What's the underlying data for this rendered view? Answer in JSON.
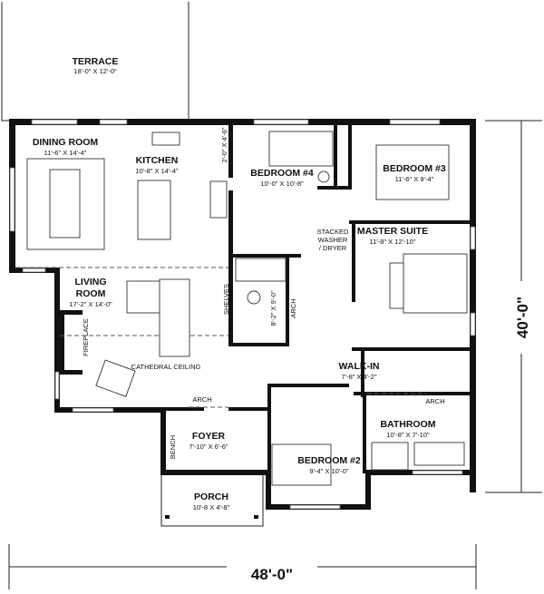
{
  "plan": {
    "overall_width": "48'-0\"",
    "overall_depth": "40'-0\"",
    "rooms": {
      "terrace": {
        "name": "TERRACE",
        "size": "18'-0\" X 12'-0\""
      },
      "dining": {
        "name": "DINING ROOM",
        "size": "11'-6\" X 14'-4\""
      },
      "kitchen": {
        "name": "KITCHEN",
        "size": "10'-8\" X 14'-4\""
      },
      "pantry": {
        "size": "2'-0\" X 4'-6\""
      },
      "bedroom4": {
        "name": "BEDROOM #4",
        "size": "10'-0\" X 10'-8\""
      },
      "bedroom3": {
        "name": "BEDROOM #3",
        "size": "11'-6\" X 9'-4\""
      },
      "master": {
        "name": "MASTER SUITE",
        "size": "11'-8\" X 12'-10\""
      },
      "living": {
        "name_line1": "LIVING",
        "name_line2": "ROOM",
        "size": "17'-2\" X 14'-0\""
      },
      "hall_bath": {
        "size": "8'-2\" X 9'-0\""
      },
      "walkin": {
        "name": "WALK-IN",
        "size": "7'-8\" X 4'-2\""
      },
      "bathroom": {
        "name": "BATHROOM",
        "size": "10'-8\" X 7'-10\""
      },
      "foyer": {
        "name": "FOYER",
        "size": "7'-10\" X 6'-6\""
      },
      "bedroom2": {
        "name": "BEDROOM #2",
        "size": "9'-4\" X 10'-0\""
      },
      "porch": {
        "name": "PORCH",
        "size": "10'-8 X 4'-8\""
      }
    },
    "notes": {
      "fireplace": "FIREPLACE",
      "shelves": "SHELVES",
      "arch_hall": "ARCH",
      "arch_living": "ARCH",
      "arch_bath": "ARCH",
      "cathedral": "CATHEDRAL CEILING",
      "bench": "BENCH",
      "washer_line1": "STACKED",
      "washer_line2": "WASHER",
      "washer_line3": "/ DRYER"
    }
  }
}
